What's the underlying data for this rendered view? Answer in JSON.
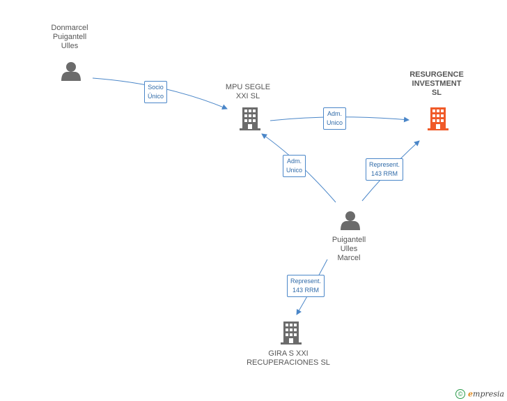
{
  "nodes": {
    "donmarcel": {
      "label_lines": [
        "Donmarcel",
        "Puigantell",
        "Ulles"
      ],
      "kind": "person"
    },
    "mpu": {
      "label_lines": [
        "MPU SEGLE",
        "XXI SL"
      ],
      "kind": "company"
    },
    "resurgence": {
      "label_lines": [
        "RESURGENCE",
        "INVESTMENT",
        "SL"
      ],
      "kind": "company-main"
    },
    "puigantell": {
      "label_lines": [
        "Puigantell",
        "Ulles",
        "Marcel"
      ],
      "kind": "person"
    },
    "gira": {
      "label_lines": [
        "GIRA S XXI",
        "RECUPERACIONES SL"
      ],
      "kind": "company"
    }
  },
  "edges": {
    "e1": {
      "lines": [
        "Socio",
        "Único"
      ]
    },
    "e2": {
      "lines": [
        "Adm.",
        "Unico"
      ]
    },
    "e3": {
      "lines": [
        "Adm.",
        "Unico"
      ]
    },
    "e4": {
      "lines": [
        "Represent.",
        "143 RRM"
      ]
    },
    "e5": {
      "lines": [
        "Represent.",
        "143 RRM"
      ]
    }
  },
  "colors": {
    "person": "#6b6b6b",
    "company": "#6b6b6b",
    "company_main": "#f05a28",
    "edge": "#4a86c8"
  },
  "footer": {
    "copyright_symbol": "©",
    "brand_initial": "e",
    "brand_rest": "mpresia"
  }
}
